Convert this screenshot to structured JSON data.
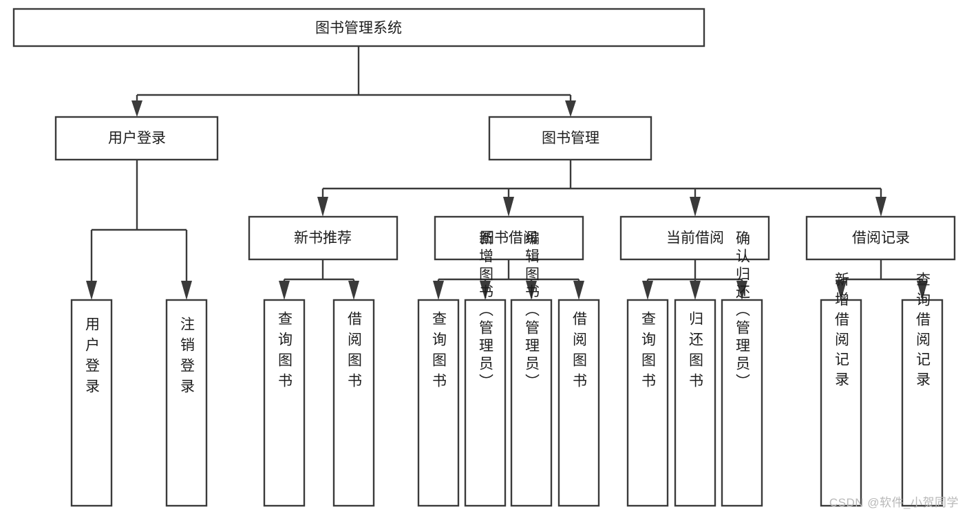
{
  "diagram": {
    "type": "tree-hierarchy",
    "title": "图书管理系统",
    "watermark": "CSDN @软件_小贺同学",
    "colors": {
      "stroke": "#3a3a3a",
      "fill": "#ffffff",
      "text": "#1d1d1d",
      "watermark": "#b8b8b8"
    },
    "levels": {
      "root": {
        "label": "图书管理系统"
      },
      "level2": [
        {
          "id": "user-login",
          "label": "用户登录"
        },
        {
          "id": "book-manage",
          "label": "图书管理"
        }
      ],
      "level3": [
        {
          "id": "new-book-recommend",
          "label": "新书推荐",
          "parent": "book-manage"
        },
        {
          "id": "book-borrow",
          "label": "图书借阅",
          "parent": "book-manage"
        },
        {
          "id": "current-borrow",
          "label": "当前借阅",
          "parent": "book-manage"
        },
        {
          "id": "borrow-record",
          "label": "借阅记录",
          "parent": "book-manage"
        }
      ],
      "leaves": [
        {
          "id": "leaf-user-login",
          "label": "用户登录",
          "parent": "user-login"
        },
        {
          "id": "leaf-logout-login",
          "label": "注销登录",
          "parent": "user-login"
        },
        {
          "id": "leaf-query-book-1",
          "label": "查询图书",
          "parent": "new-book-recommend"
        },
        {
          "id": "leaf-borrow-book-1",
          "label": "借阅图书",
          "parent": "new-book-recommend"
        },
        {
          "id": "leaf-query-book-2",
          "label": "查询图书",
          "parent": "book-borrow"
        },
        {
          "id": "leaf-add-book",
          "label": "新增图书（管理员）",
          "parent": "book-borrow"
        },
        {
          "id": "leaf-edit-book",
          "label": "编辑图书（管理员）",
          "parent": "book-borrow"
        },
        {
          "id": "leaf-borrow-book-2",
          "label": "借阅图书",
          "parent": "book-borrow"
        },
        {
          "id": "leaf-query-book-3",
          "label": "查询图书",
          "parent": "current-borrow"
        },
        {
          "id": "leaf-return-book",
          "label": "归还图书",
          "parent": "current-borrow"
        },
        {
          "id": "leaf-confirm-return",
          "label": "确认归还（管理员）",
          "parent": "current-borrow"
        },
        {
          "id": "leaf-add-record",
          "label": "新增借阅记录",
          "parent": "borrow-record"
        },
        {
          "id": "leaf-query-record",
          "label": "查询借阅记录",
          "parent": "borrow-record"
        }
      ]
    }
  }
}
